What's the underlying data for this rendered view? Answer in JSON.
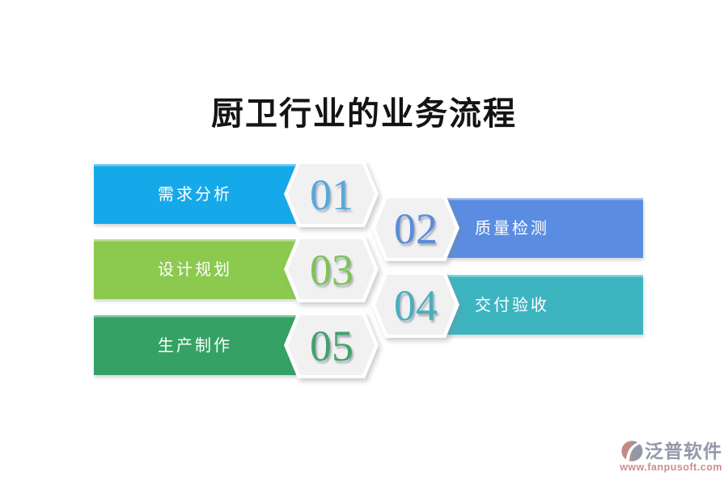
{
  "title": "厨卫行业的业务流程",
  "steps": [
    {
      "number": "01",
      "label": "需求分析",
      "side": "left",
      "bar_color": "#15A9EA",
      "number_color": "#56A8DB"
    },
    {
      "number": "02",
      "label": "质量检测",
      "side": "right",
      "bar_color": "#5A8CE1",
      "number_color": "#5C8BD9"
    },
    {
      "number": "03",
      "label": "设计规划",
      "side": "left",
      "bar_color": "#8CC94F",
      "number_color": "#7FC354"
    },
    {
      "number": "04",
      "label": "交付验收",
      "side": "right",
      "bar_color": "#3DB5C1",
      "number_color": "#4AAEBA"
    },
    {
      "number": "05",
      "label": "生产制作",
      "side": "left",
      "bar_color": "#35A164",
      "number_color": "#43A26A"
    }
  ],
  "shape_colors": {
    "chevron_fill": "#F1F1F2",
    "chevron_edge": "#FFFFFF",
    "label_color": "#FFFFFF",
    "background": "#FFFFFF",
    "title_color": "#141414"
  },
  "watermark": {
    "brand": "泛普软件",
    "url": "www.fanpusoft.com",
    "brand_color": "#8A90A2",
    "url_color": "#C8857C",
    "icon": "fanpu-logo-icon",
    "icon_colors": {
      "left": "#BF8177",
      "right": "#8A90A2",
      "swoosh": "#FFFFFF"
    }
  }
}
